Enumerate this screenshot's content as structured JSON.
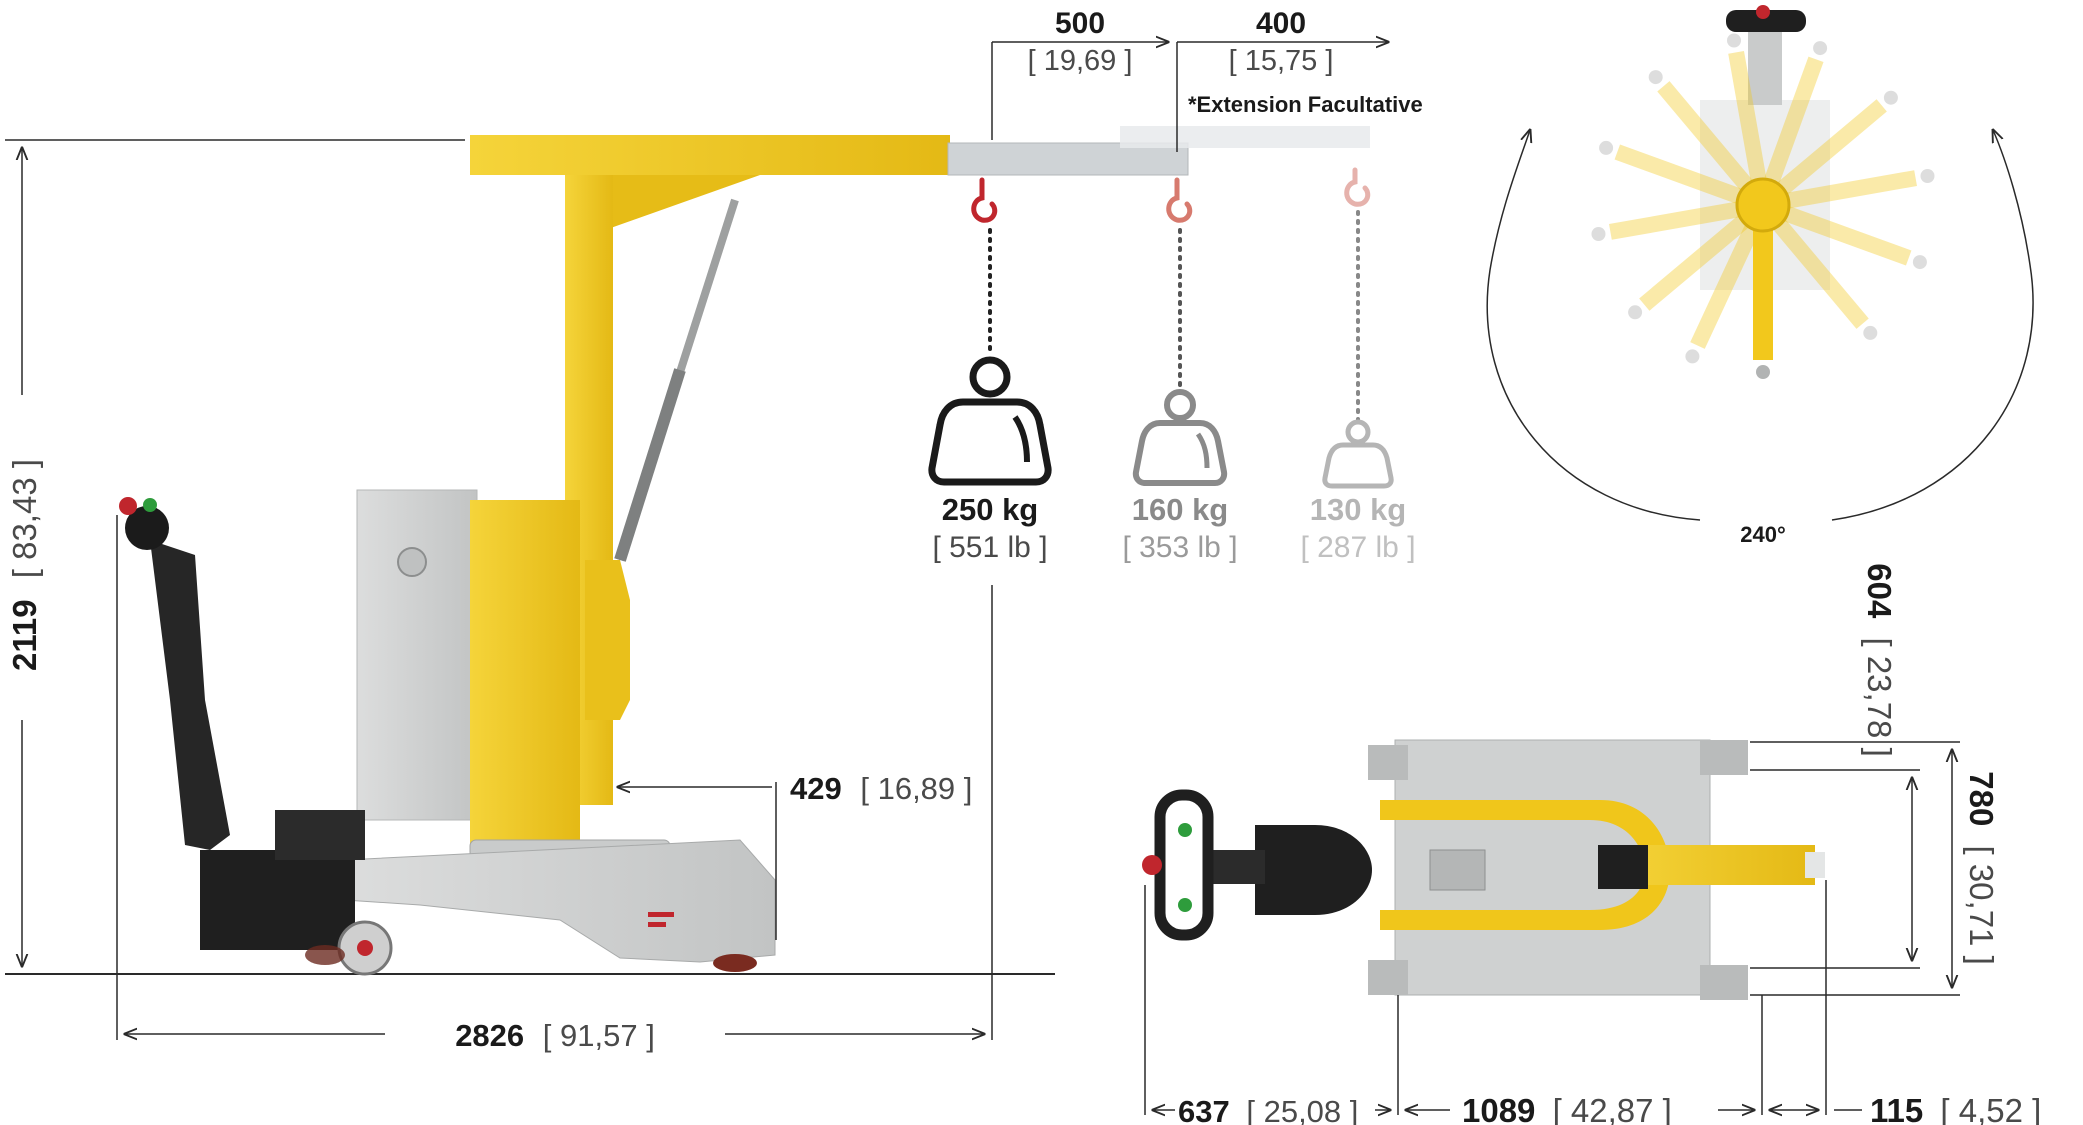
{
  "colors": {
    "crane_yellow": "#f2c81c",
    "crane_yellow_dark": "#d3aa0c",
    "steel_grey": "#d3d4d4",
    "steel_grey_dark": "#a9abab",
    "black_part": "#1f1f1f",
    "dim_line": "#2a2a2a",
    "hook_red": "#c0262d",
    "text_dark": "#1a1a1a",
    "text_light": "#4a4a4a",
    "weight_mid": "#8a8a8a",
    "weight_light": "#b5b5b5"
  },
  "icons": [
    "weight-icon",
    "hook-icon",
    "rotation-arrow-icon"
  ],
  "dimensions": {
    "height": {
      "value": "2119",
      "imperial": "[ 83,43 ]"
    },
    "length": {
      "value": "2826",
      "imperial": "[ 91,57 ]"
    },
    "mast_offset": {
      "value": "429",
      "imperial": "[ 16,89 ]"
    },
    "extension_1": {
      "value": "500",
      "imperial": "[ 19,69 ]"
    },
    "extension_2": {
      "value": "400",
      "imperial": "[ 15,75 ]"
    },
    "top_637": {
      "value": "637",
      "imperial": "[ 25,08 ]"
    },
    "top_1089": {
      "value": "1089",
      "imperial": "[ 42,87 ]"
    },
    "top_115": {
      "value": "115",
      "imperial": "[ 4,52 ]"
    },
    "width_780": {
      "value": "780",
      "imperial": "[ 30,71 ]"
    },
    "width_604": {
      "value": "604",
      "imperial": "[ 23,78 ]"
    }
  },
  "note_extension": "*Extension Facultative",
  "rotation_angle": "240°",
  "loads": [
    {
      "kg": "250 kg",
      "lb": "[ 551 lb ]"
    },
    {
      "kg": "160 kg",
      "lb": "[ 353 lb ]"
    },
    {
      "kg": "130 kg",
      "lb": "[ 287 lb ]"
    }
  ]
}
